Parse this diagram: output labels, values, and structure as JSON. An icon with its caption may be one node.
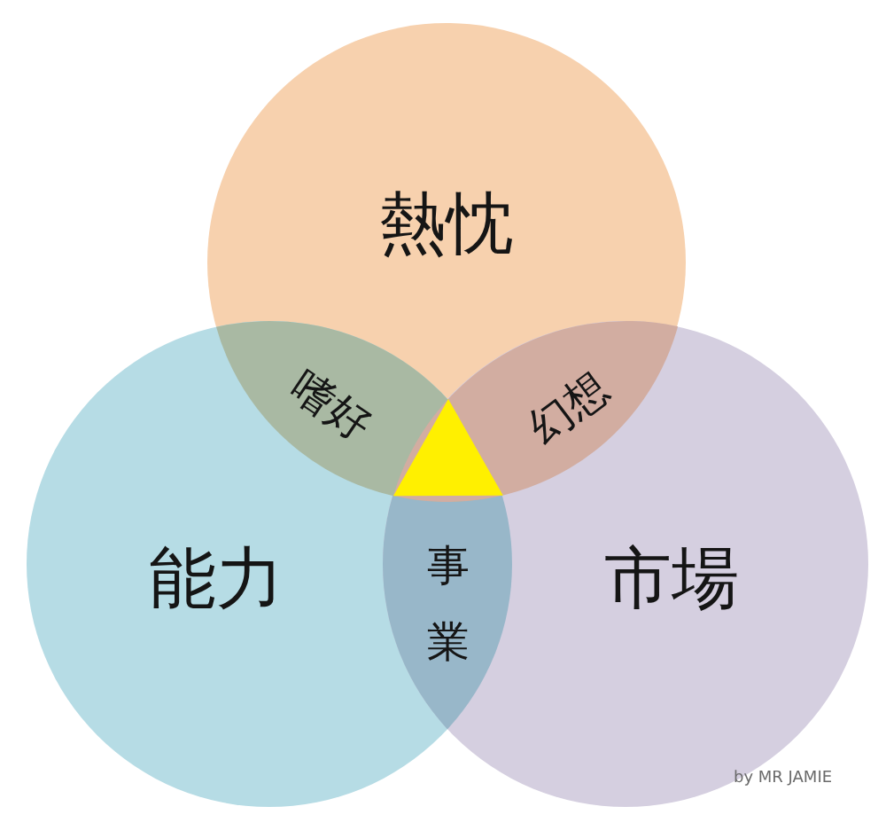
{
  "diagram": {
    "nodes": [
      {
        "text": [
          "熱忱"
        ]
      },
      {
        "text": [
          "嗜好"
        ]
      },
      {
        "text": [
          "幻想"
        ]
      },
      {
        "text": [],
        "shape": "triangle"
      },
      {
        "text": [
          "能力"
        ]
      },
      {
        "text": [
          "事業"
        ]
      },
      {
        "text": [
          "市場"
        ]
      }
    ],
    "labels": [
      "by MR JAMIE"
    ]
  }
}
